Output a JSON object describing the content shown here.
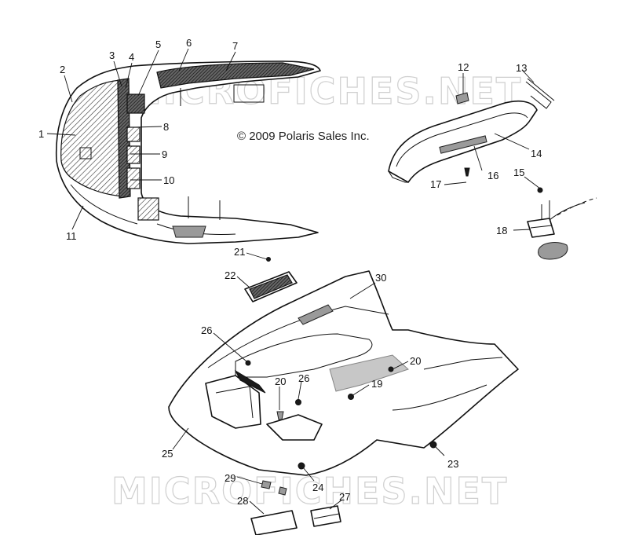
{
  "copyright": "© 2009 Polaris Sales Inc.",
  "watermarks": [
    "MICROFICHES.NET",
    "MICROFICHES.NET"
  ],
  "callouts": [
    "1",
    "2",
    "3",
    "4",
    "5",
    "6",
    "7",
    "8",
    "9",
    "10",
    "11",
    "12",
    "13",
    "14",
    "15",
    "16",
    "17",
    "18",
    "19",
    "20",
    "20",
    "21",
    "22",
    "23",
    "24",
    "25",
    "26",
    "26",
    "27",
    "28",
    "29",
    "30"
  ]
}
